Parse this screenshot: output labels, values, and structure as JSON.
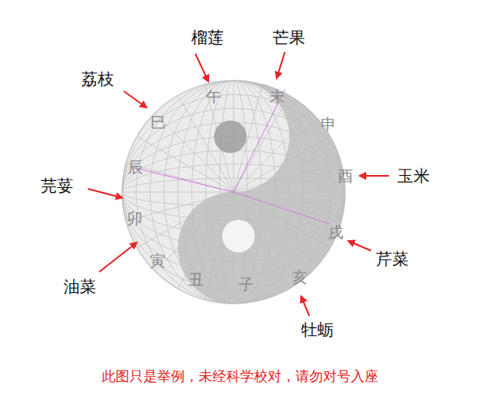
{
  "diagram": {
    "caption": "此图只是举例，未经科学校对，请勿对号入座",
    "labels": [
      "榴莲",
      "芒果",
      "荔枝",
      "芫荽",
      "玉米",
      "油菜",
      "芹菜",
      "牡蛎",
      "午",
      "未",
      "申",
      "巳",
      "辰",
      "酉",
      "卯",
      "戌",
      "寅",
      "丑",
      "子",
      "亥"
    ]
  }
}
